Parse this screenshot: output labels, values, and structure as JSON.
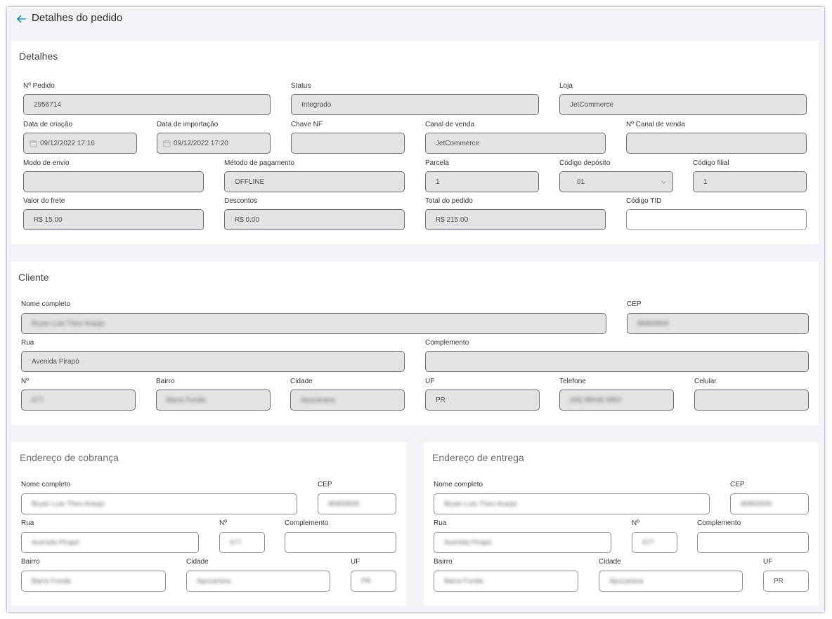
{
  "page": {
    "title": "Detalhes do pedido"
  },
  "detalhes": {
    "title": "Detalhes",
    "fields": [
      {
        "label": "Nº Pedido",
        "value": "2956714"
      },
      {
        "label": "Status",
        "value": "Integrado"
      },
      {
        "label": "Loja",
        "value": "JetCommerce"
      },
      {
        "label": "Data de criação",
        "value": "09/12/2022 17:16"
      },
      {
        "label": "Data de importação",
        "value": "09/12/2022 17:20"
      },
      {
        "label": "Chave NF",
        "value": ""
      },
      {
        "label": "Canal de venda",
        "value": "JetCommerce"
      },
      {
        "label": "Nº Canal de venda",
        "value": ""
      },
      {
        "label": "Modo de envio",
        "value": ""
      },
      {
        "label": "Método de pagamento",
        "value": "OFFLINE"
      },
      {
        "label": "Parcela",
        "value": "1"
      },
      {
        "label": "Código depósito",
        "value": "01"
      },
      {
        "label": "Código filial",
        "value": "1"
      },
      {
        "label": "Valor do frete",
        "value": "R$ 15.00"
      },
      {
        "label": "Descontos",
        "value": "R$ 0.00"
      },
      {
        "label": "Total do pedido",
        "value": "R$ 215.00"
      },
      {
        "label": "Código TID",
        "value": ""
      }
    ]
  },
  "cliente": {
    "title": "Cliente",
    "fields": [
      {
        "label": "Nome completo",
        "value": "Bryan Luis Theo Araújo"
      },
      {
        "label": "CEP",
        "value": "86800500"
      },
      {
        "label": "Rua",
        "value": "Avenida Pirapó"
      },
      {
        "label": "Complemento",
        "value": ""
      },
      {
        "label": "Nº",
        "value": "577"
      },
      {
        "label": "Bairro",
        "value": "Barra Funda"
      },
      {
        "label": "Cidade",
        "value": "Apucarana"
      },
      {
        "label": "UF",
        "value": "PR"
      },
      {
        "label": "Telefone",
        "value": "(43) 98446-5867"
      },
      {
        "label": "Celular",
        "value": ""
      }
    ]
  },
  "cobranca": {
    "title": "Endereço de cobrança",
    "fields": [
      {
        "label": "Nome completo",
        "value": "Bryan Luis Theo Araújo"
      },
      {
        "label": "CEP",
        "value": "86800500"
      },
      {
        "label": "Rua",
        "value": "Avenida Pirapó"
      },
      {
        "label": "Nº",
        "value": "577"
      },
      {
        "label": "Complemento",
        "value": ""
      },
      {
        "label": "Bairro",
        "value": "Barra Funda"
      },
      {
        "label": "Cidade",
        "value": "Apucarana"
      },
      {
        "label": "UF",
        "value": "PR"
      }
    ]
  },
  "entrega": {
    "title": "Endereço de entrega",
    "fields": [
      {
        "label": "Nome completo",
        "value": "Bryan Luis Theo Araújo"
      },
      {
        "label": "CEP",
        "value": "86800500"
      },
      {
        "label": "Rua",
        "value": "Avenida Pirapó"
      },
      {
        "label": "Nº",
        "value": "577"
      },
      {
        "label": "Complemento",
        "value": ""
      },
      {
        "label": "Bairro",
        "value": "Barra Funda"
      },
      {
        "label": "Cidade",
        "value": "Apucarana"
      },
      {
        "label": "UF",
        "value": "PR"
      }
    ]
  },
  "colors": {
    "accent": "#1a8fb5",
    "field_bg": "#e3e3e3",
    "field_border": "#6a6d78"
  }
}
